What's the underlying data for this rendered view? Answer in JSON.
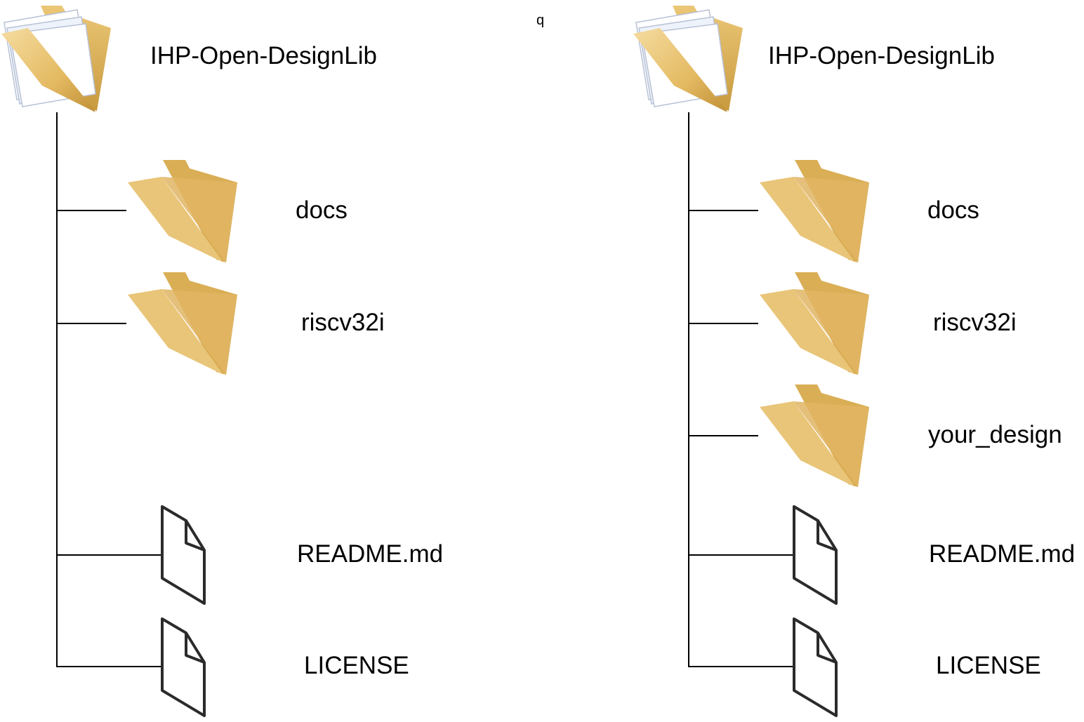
{
  "stray_text": "q",
  "trees": [
    {
      "root": {
        "label": "IHP-Open-DesignLib",
        "icon": "folder-with-documents-icon"
      },
      "entries": [
        {
          "kind": "folder",
          "label": "docs",
          "icon": "folder-icon"
        },
        {
          "kind": "folder",
          "label": "riscv32i",
          "icon": "folder-icon"
        },
        {
          "kind": "file",
          "label": "README.md",
          "icon": "file-icon"
        },
        {
          "kind": "file",
          "label": "LICENSE",
          "icon": "file-icon"
        }
      ]
    },
    {
      "root": {
        "label": "IHP-Open-DesignLib",
        "icon": "folder-with-documents-icon"
      },
      "entries": [
        {
          "kind": "folder",
          "label": "docs",
          "icon": "folder-icon"
        },
        {
          "kind": "folder",
          "label": "riscv32i",
          "icon": "folder-icon"
        },
        {
          "kind": "folder",
          "label": "your_design",
          "icon": "folder-icon"
        },
        {
          "kind": "file",
          "label": "README.md",
          "icon": "file-icon"
        },
        {
          "kind": "file",
          "label": "LICENSE",
          "icon": "file-icon"
        }
      ]
    }
  ],
  "colors": {
    "folder_light": "#F2D28A",
    "folder_mid": "#E4BA62",
    "folder_dark": "#C99A3E",
    "line": "#000000",
    "file_stroke": "#2b2b2b"
  }
}
